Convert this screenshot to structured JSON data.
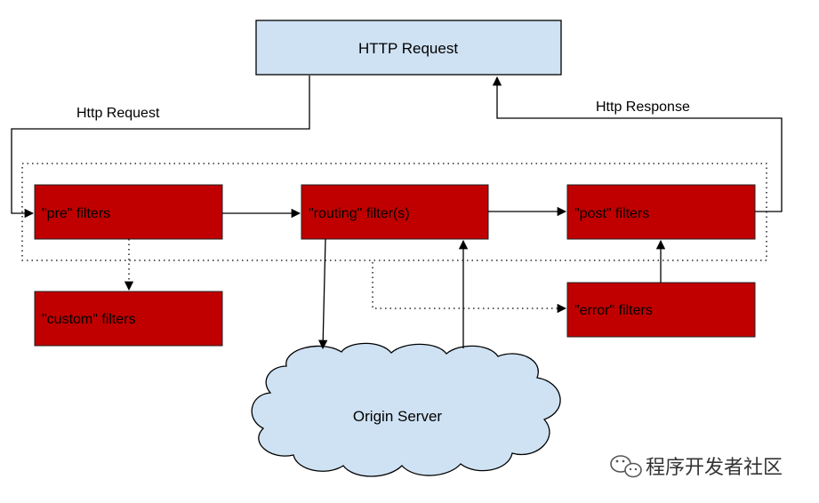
{
  "nodes": {
    "http_request": "HTTP Request",
    "pre": "\"pre\" filters",
    "routing": "\"routing\" filter(s)",
    "post": "\"post\" filters",
    "custom": "\"custom\" filters",
    "error": "\"error\" filters",
    "origin": "Origin Server"
  },
  "edges": {
    "request_label": "Http Request",
    "response_label": "Http Response"
  },
  "watermark": "程序开发者社区",
  "colors": {
    "filter_fill": "#c00000",
    "request_fill": "#cfe2f3",
    "cloud_fill": "#cfe2f3"
  }
}
